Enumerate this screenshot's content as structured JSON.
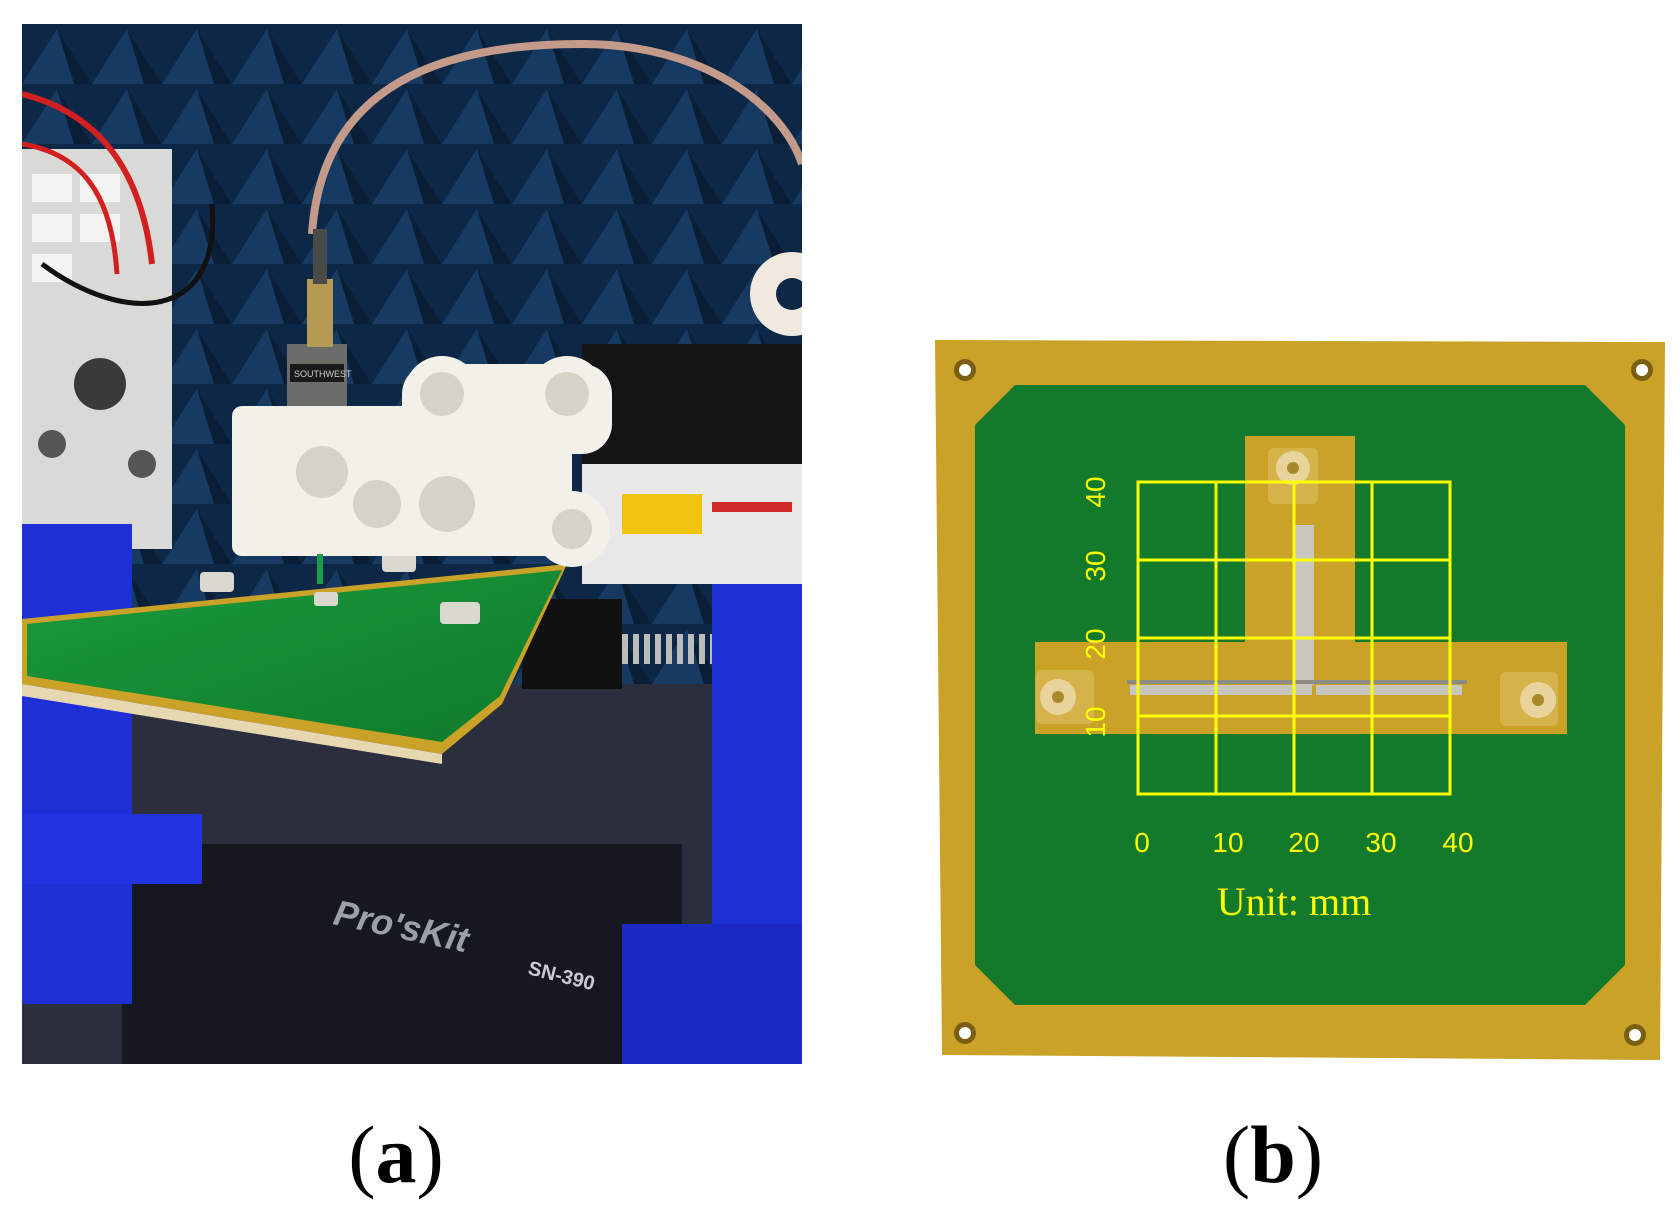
{
  "figure": {
    "panel_a": {
      "caption_open": "(",
      "caption_letter": "a",
      "caption_close": ")",
      "brand": "Pro'sKit",
      "model": "SN-390",
      "connector_text": "SOUTHWEST"
    },
    "panel_b": {
      "caption_open": "(",
      "caption_letter": "b",
      "caption_close": ")",
      "x_ticks": [
        "0",
        "10",
        "20",
        "30",
        "40"
      ],
      "y_ticks": [
        "10",
        "20",
        "30",
        "40"
      ],
      "unit_label": "Unit: mm"
    }
  },
  "colors": {
    "pcb_green": "#127a2a",
    "gold": "#c9a227",
    "grid_yellow": "#ffff00",
    "fixture_blue": "#1f2fd6",
    "chamber_blue": "#0f2a4a"
  }
}
